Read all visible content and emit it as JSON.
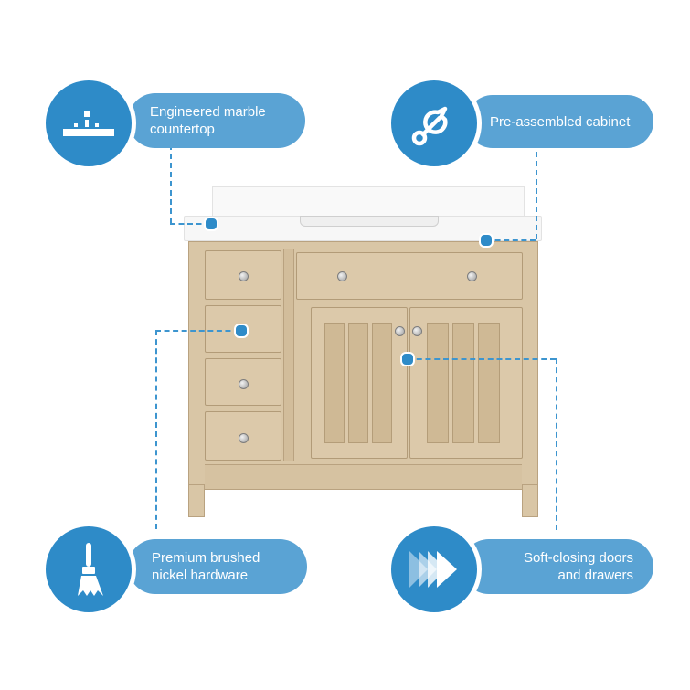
{
  "features": [
    {
      "id": "countertop",
      "icon": "countertop-icon",
      "text": "Engineered marble\ncountertop"
    },
    {
      "id": "cabinet",
      "icon": "wrench-icon",
      "text": "Pre-assembled cabinet"
    },
    {
      "id": "hardware",
      "icon": "brush-icon",
      "text": "Premium brushed\nnickel hardware"
    },
    {
      "id": "soft-close",
      "icon": "fast-forward-icon",
      "text": "Soft-closing doors\nand drawers"
    }
  ],
  "colors": {
    "accent": "#2e8bc8",
    "pill": "#5aa3d4",
    "wood": "#d9c6a6",
    "countertop": "#f7f7f7"
  }
}
